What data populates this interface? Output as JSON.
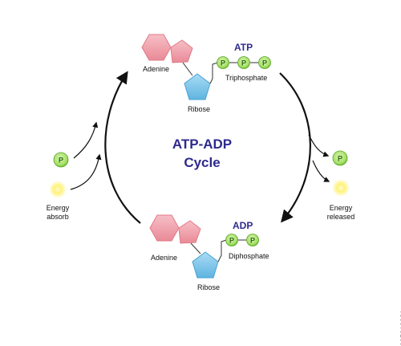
{
  "title": {
    "line1": "ATP-ADP",
    "line2": "Cycle"
  },
  "atp": {
    "name": "ATP",
    "base_label": "Adenine",
    "sugar_label": "Ribose",
    "phosphate_label": "Triphosphate"
  },
  "adp": {
    "name": "ADP",
    "base_label": "Adenine",
    "sugar_label": "Ribose",
    "phosphate_label": "Diphosphate"
  },
  "left": {
    "label_line1": "Energy",
    "label_line2": "absorb"
  },
  "right": {
    "label_line1": "Energy",
    "label_line2": "released"
  },
  "phosphate_symbol": "P",
  "stock_id": "695019021",
  "colors": {
    "adenine": "#f2a1ab",
    "ribose": "#7fc8ec",
    "phosphate": "#8fd14f",
    "energy": "#fff07a",
    "title": "#2e2a8c",
    "arrow": "#111111"
  }
}
